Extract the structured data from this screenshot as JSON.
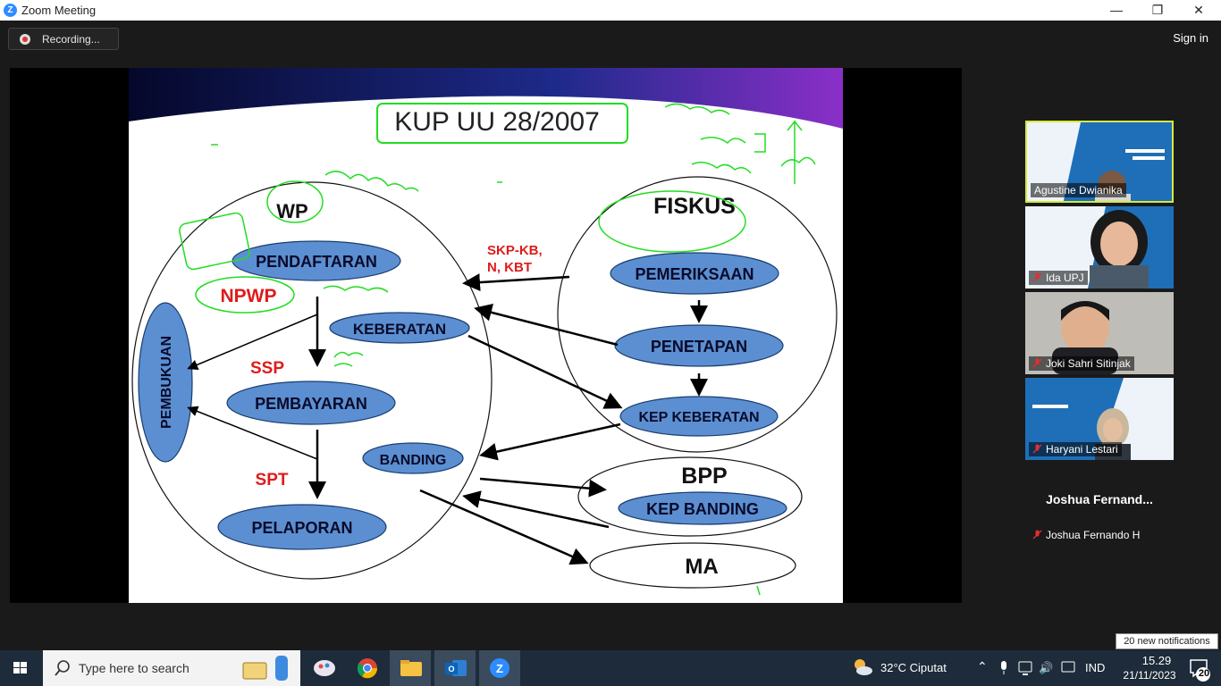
{
  "window": {
    "title": "Zoom Meeting",
    "minimize_glyph": "—",
    "restore_glyph": "❐",
    "close_glyph": "✕",
    "logo_letter": "Z"
  },
  "toolbar": {
    "recording_label": "Recording...",
    "signin_label": "Sign in"
  },
  "slide": {
    "title": "KUP UU 28/2007",
    "wp_label": "WP",
    "fiskus_label": "FISKUS",
    "nodes": {
      "pendaftaran": "PENDAFTARAN",
      "npwp": "NPWP",
      "keberatan": "KEBERATAN",
      "ssp": "SSP",
      "pembayaran": "PEMBAYARAN",
      "banding": "BANDING",
      "spt": "SPT",
      "pelaporan": "PELAPORAN",
      "pembukuan": "PEMBUKUAN",
      "skp": "SKP-KB,",
      "skp2": "N, KBT",
      "pemeriksaan": "PEMERIKSAAN",
      "penetapan": "PENETAPAN",
      "kep_keberatan": "KEP KEBERATAN",
      "bpp": "BPP",
      "kep_banding": "KEP BANDING",
      "ma": "MA"
    },
    "colors": {
      "node_fill": "#5b8fd1",
      "red_text": "#e01b1b",
      "ink": "#22dd22"
    }
  },
  "participants": [
    {
      "name": "Agustine Dwianika",
      "muted": false,
      "active": true,
      "video": "banner"
    },
    {
      "name": "Ida UPJ",
      "muted": true,
      "active": false,
      "video": "woman"
    },
    {
      "name": "Joki Sahri Sitinjak",
      "muted": true,
      "active": false,
      "video": "man"
    },
    {
      "name": "Haryani Lestari",
      "muted": true,
      "active": false,
      "video": "banner2"
    },
    {
      "name": "Joshua Fernando H",
      "muted": true,
      "active": false,
      "video": "none",
      "big_label": "Joshua  Fernand..."
    }
  ],
  "notifications": {
    "label": "20 new notifications",
    "count": "20"
  },
  "taskbar": {
    "search_placeholder": "Type here to search",
    "weather": "32°C  Ciputat",
    "language": "IND",
    "time": "15.29",
    "date": "21/11/2023"
  }
}
